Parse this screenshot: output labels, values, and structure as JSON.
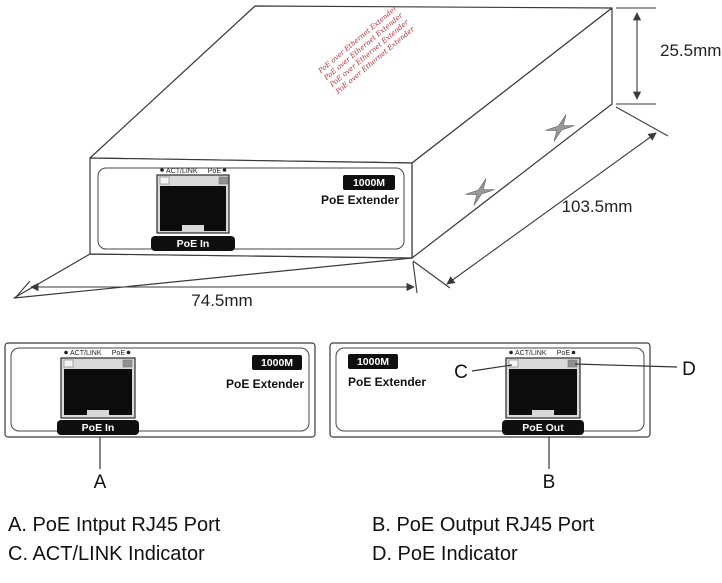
{
  "diagram": {
    "iso": {
      "top_text": [
        "PoE over Ethernet Extender",
        "PoE over Ethernet Extender",
        "PoE over Ethernet Extender",
        "PoE over Ethernet Extender"
      ],
      "dim_height": "25.5mm",
      "dim_depth": "103.5mm",
      "dim_width": "74.5mm"
    },
    "labels": {
      "act_link": "ACT/LINK",
      "poe": "PoE",
      "port_in": "PoE In",
      "port_out": "PoE Out",
      "speed_badge": "1000M",
      "product": "PoE Extender"
    },
    "callouts": {
      "a": "A",
      "b": "B",
      "c": "C",
      "d": "D"
    },
    "legend": {
      "item_a": "A. PoE Intput RJ45 Port",
      "item_b": "B. PoE Output RJ45 Port",
      "item_c": "C. ACT/LINK Indicator",
      "item_d": "D. PoE Indicator"
    },
    "colors": {
      "line": "#3a3a3a",
      "badge_bg": "#0f0f0f",
      "badge_text": "#ffffff",
      "red_text": "#b5303c",
      "led_act": "#f5f5f5",
      "led_poe": "#8f8f8f",
      "port_body": "#0c0c0c"
    }
  }
}
